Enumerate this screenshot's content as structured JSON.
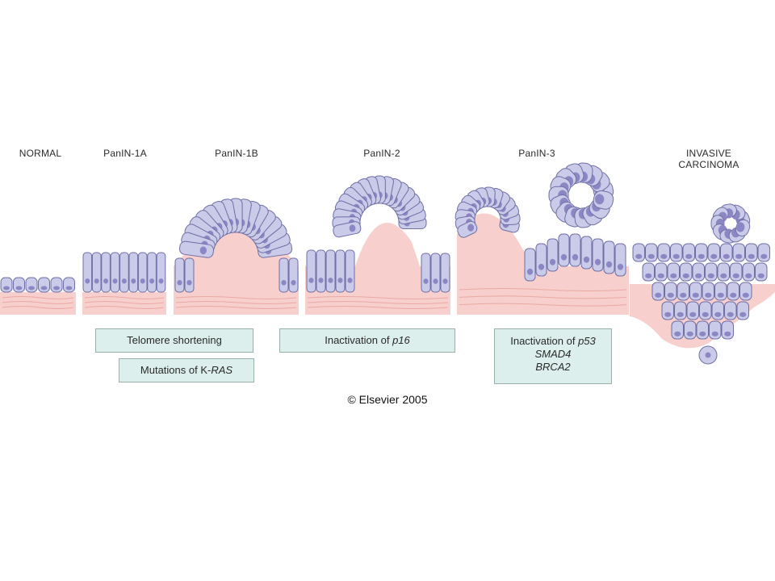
{
  "stages": [
    {
      "key": "normal",
      "lines": [
        "NORMAL"
      ]
    },
    {
      "key": "panin1a",
      "lines": [
        "PanIN-1A"
      ]
    },
    {
      "key": "panin1b",
      "lines": [
        "PanIN-1B"
      ]
    },
    {
      "key": "panin2",
      "lines": [
        "PanIN-2"
      ]
    },
    {
      "key": "panin3",
      "lines": [
        "PanIN-3"
      ]
    },
    {
      "key": "invasive",
      "lines": [
        "INVASIVE",
        "CARCINOMA"
      ]
    }
  ],
  "mutations": {
    "telomere": {
      "text": "Telomere shortening"
    },
    "kras": {
      "prefix": "Mutations of K-",
      "gene": "RAS"
    },
    "p16": {
      "prefix": "Inactivation of ",
      "gene": "p16"
    },
    "p53": {
      "prefix": "Inactivation of ",
      "gene": "p53",
      "gene2": "SMAD4",
      "gene3": "BRCA2"
    }
  },
  "copyright": "© Elsevier 2005",
  "colors": {
    "stroma": "#f7cfcc",
    "stroma_line": "#eaa9a4",
    "cell_fill": "#c9cbe8",
    "cell_stroke": "#6f6fa6",
    "nucleus": "#8c86c4",
    "box_fill": "#dcefec",
    "box_stroke": "#9ab0ab"
  }
}
